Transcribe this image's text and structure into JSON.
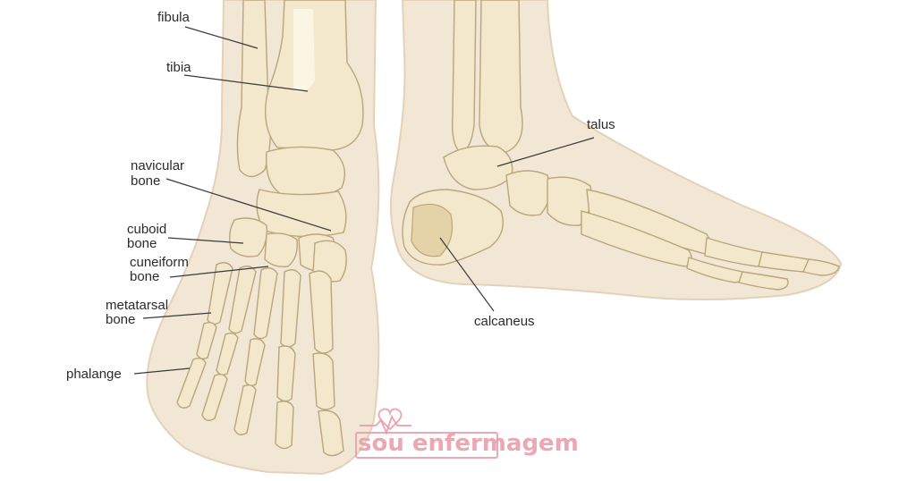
{
  "labels": {
    "fibula": "fibula",
    "tibia": "tibia",
    "navicular_1": "navicular",
    "navicular_2": "bone",
    "cuboid_1": "cuboid",
    "cuboid_2": "bone",
    "cuneiform_1": "cuneiform",
    "cuneiform_2": "bone",
    "metatarsal_1": "metatarsal",
    "metatarsal_2": "bone",
    "phalange": "phalange",
    "talus": "talus",
    "calcaneus": "calcaneus"
  },
  "watermark": {
    "text": "sou enfermagem",
    "color": "#e89aa8",
    "icon": "heart-pulse-icon"
  },
  "colors": {
    "bone": "#f3e8cc",
    "bone_outline": "#b9a67c",
    "skin": "#f2e6d4"
  }
}
